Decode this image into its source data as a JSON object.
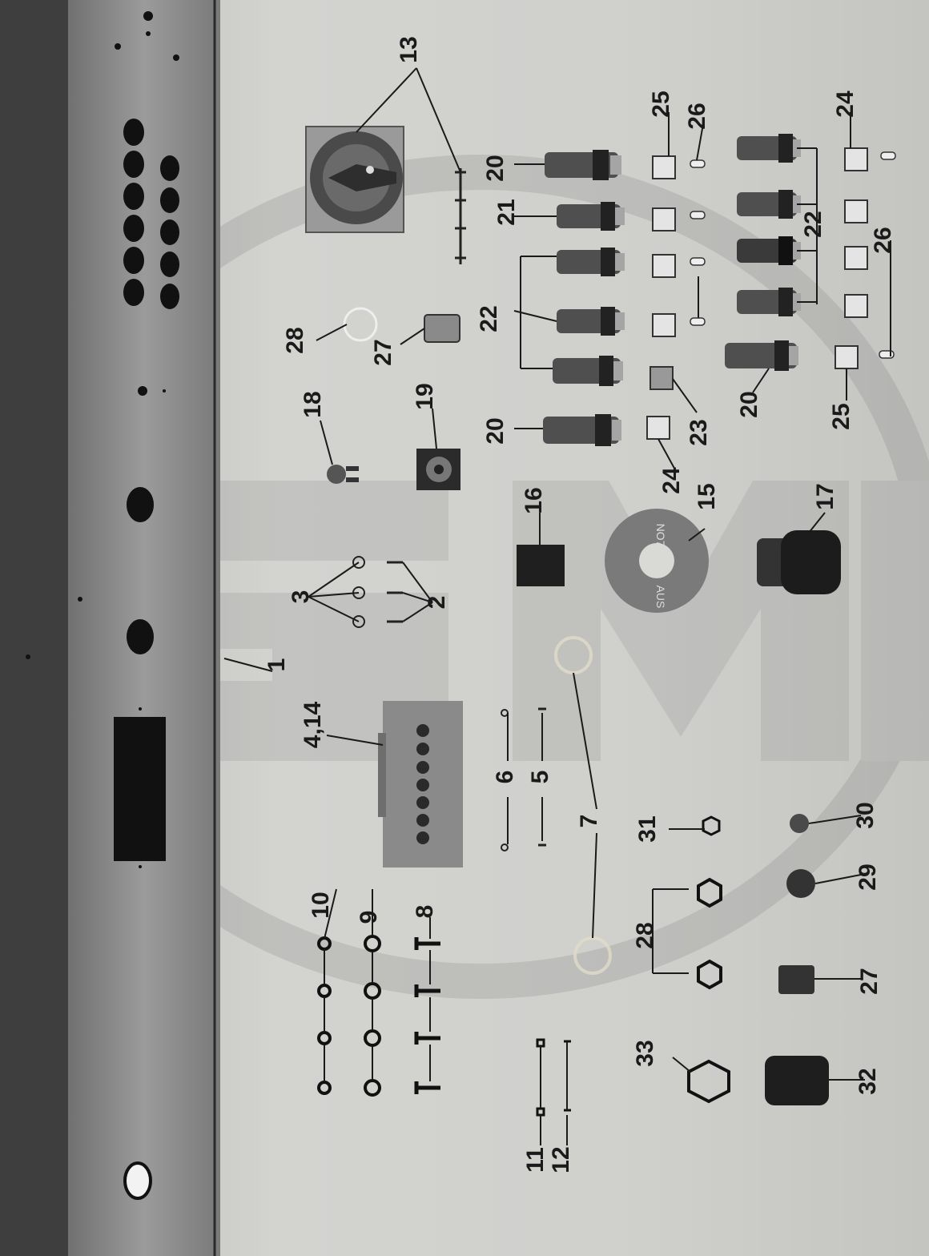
{
  "figure": {
    "watermark": "SM",
    "callouts": [
      "1",
      "2",
      "3",
      "4,14",
      "5",
      "6",
      "7",
      "8",
      "9",
      "10",
      "11",
      "12",
      "13",
      "15",
      "16",
      "17",
      "18",
      "19",
      "20",
      "21",
      "22",
      "23",
      "24",
      "25",
      "26",
      "27",
      "28",
      "29",
      "30",
      "31",
      "32",
      "33"
    ],
    "knob_plate": {
      "top_text": "NO7",
      "bottom_text": "AUS"
    }
  }
}
